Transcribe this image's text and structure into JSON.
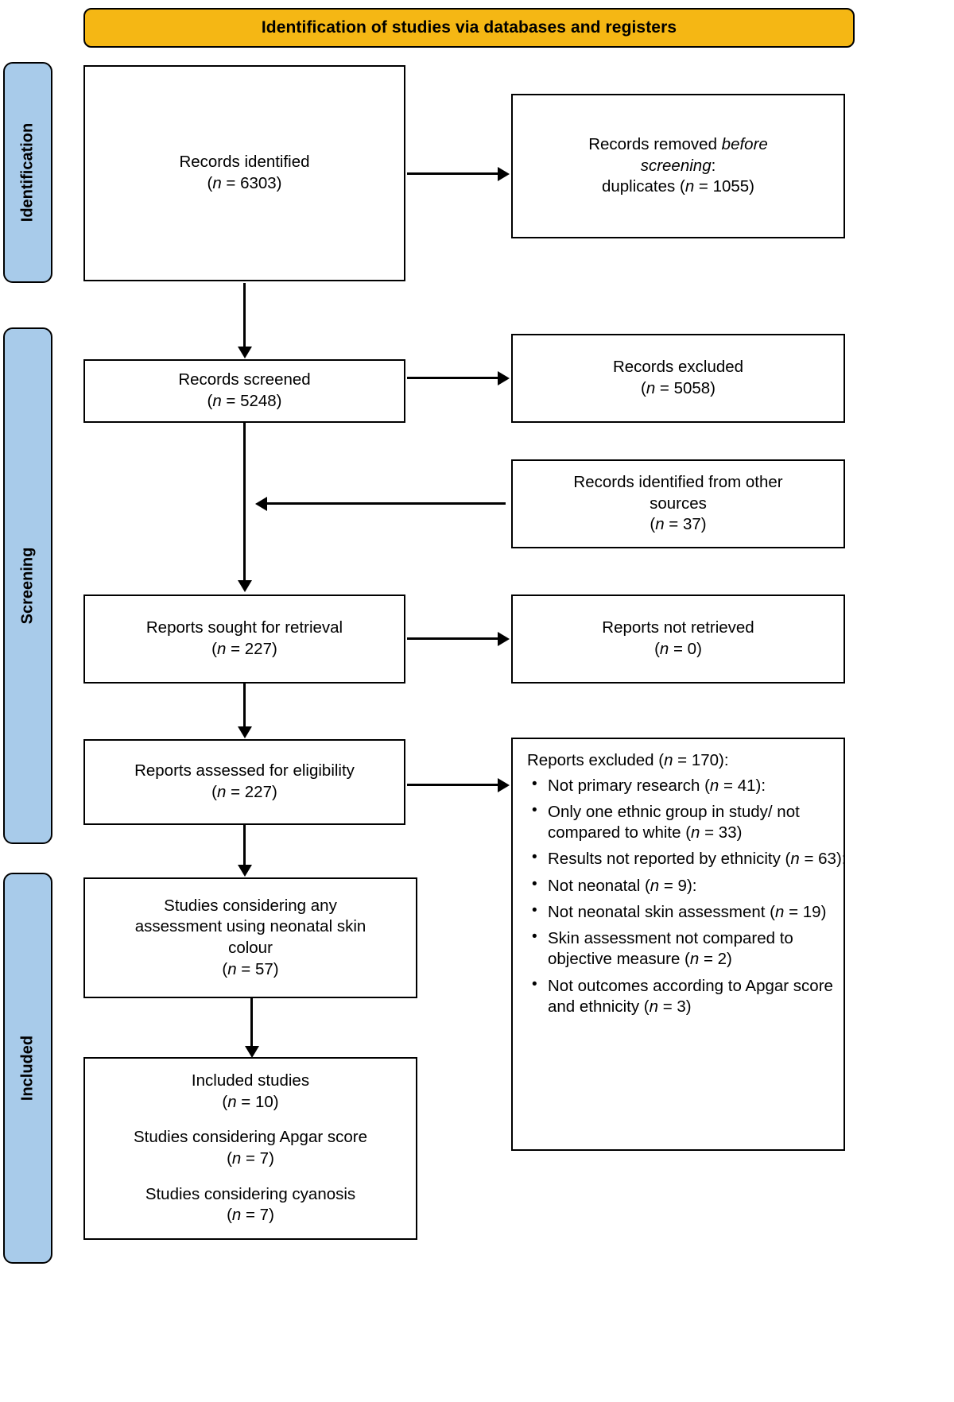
{
  "header": {
    "title": "Identification of studies via databases and registers",
    "background_color": "#F5B714",
    "border_color": "#000000"
  },
  "phases": {
    "band_color": "#A8CBEA",
    "items": [
      {
        "id": "identification",
        "label": "Identification"
      },
      {
        "id": "screening",
        "label": "Screening"
      },
      {
        "id": "included",
        "label": "Included"
      }
    ]
  },
  "boxes": {
    "records_identified": {
      "line1": "Records identified",
      "line2": "(n = 6303)",
      "n": 6303
    },
    "records_removed": {
      "line1_prefix": "Records removed ",
      "line1_italic": "before",
      "line2_italic": "screening",
      "line2_suffix": ":",
      "line3": "duplicates (n = 1055)",
      "n": 1055
    },
    "records_screened": {
      "line1": "Records screened",
      "line2": "(n = 5248)",
      "n": 5248
    },
    "records_excluded": {
      "line1": "Records excluded",
      "line2": "(n = 5058)",
      "n": 5058
    },
    "other_sources": {
      "line1": "Records identified from other",
      "line2": "sources",
      "line3": "(n = 37)",
      "n": 37
    },
    "reports_sought": {
      "line1": "Reports sought for retrieval",
      "line2": "(n = 227)",
      "n": 227
    },
    "reports_not_retrieved": {
      "line1": "Reports not retrieved",
      "line2": "(n = 0)",
      "n": 0
    },
    "reports_assessed": {
      "line1": "Reports assessed for eligibility",
      "line2": "(n = 227)",
      "n": 227
    },
    "reports_excluded": {
      "heading": "Reports excluded (n = 170):",
      "n": 170,
      "reasons": [
        {
          "text": "Not primary research (n = 41):",
          "n": 41
        },
        {
          "text": "Only one ethnic group in study/ not compared to white (n = 33)",
          "n": 33
        },
        {
          "text": "Results not reported by ethnicity (n = 63):",
          "n": 63
        },
        {
          "text": "Not neonatal (n = 9):",
          "n": 9
        },
        {
          "text": "Not neonatal skin assessment (n = 19)",
          "n": 19
        },
        {
          "text": "Skin assessment not compared to objective measure (n = 2)",
          "n": 2
        },
        {
          "text": "Not outcomes according to Apgar score and ethnicity (n = 3)",
          "n": 3
        }
      ]
    },
    "studies_any_assessment": {
      "line1": "Studies considering any",
      "line2": "assessment using neonatal skin",
      "line3": "colour",
      "line4": "(n = 57)",
      "n": 57
    },
    "included_studies": {
      "line1": "Included studies",
      "line2": "(n = 10)",
      "line3": "Studies considering Apgar score",
      "line4": "(n = 7)",
      "line5": "Studies considering cyanosis",
      "line6": "(n = 7)",
      "n": 10,
      "n_apgar": 7,
      "n_cyanosis": 7
    }
  }
}
